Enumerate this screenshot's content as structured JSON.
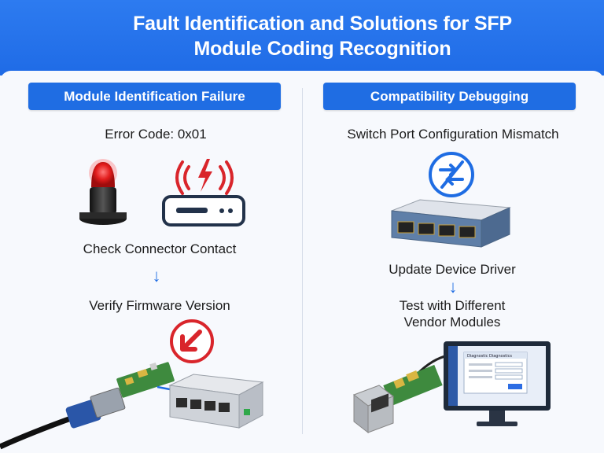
{
  "title_line1": "Fault Identification and Solutions for SFP",
  "title_line2": "Module Coding Recognition",
  "left": {
    "header": "Module Identification Failure",
    "error_code": "Error Code: 0x01",
    "step1": "Check Connector Contact",
    "step2": "Verify Firmware Version"
  },
  "right": {
    "header": "Compatibility Debugging",
    "issue": "Switch Port Configuration Mismatch",
    "step1": "Update Device Driver",
    "step2_line1": "Test with Different",
    "step2_line2": "Vendor Modules",
    "screen_title": "Diagnostic  Diagnostics"
  },
  "icons": {
    "alarm": "red-alarm-light-icon",
    "router_alert": "router-signal-alert-icon",
    "no_sync": "sync-disabled-icon",
    "error_arrow": "error-arrow-icon",
    "switch": "network-switch-icon",
    "sfp_cable": "sfp-module-cable-icon",
    "monitor": "computer-monitor-icon"
  },
  "colors": {
    "header_blue": "#1f6de3",
    "alert_red": "#d9252b",
    "text": "#1b1b1b"
  }
}
